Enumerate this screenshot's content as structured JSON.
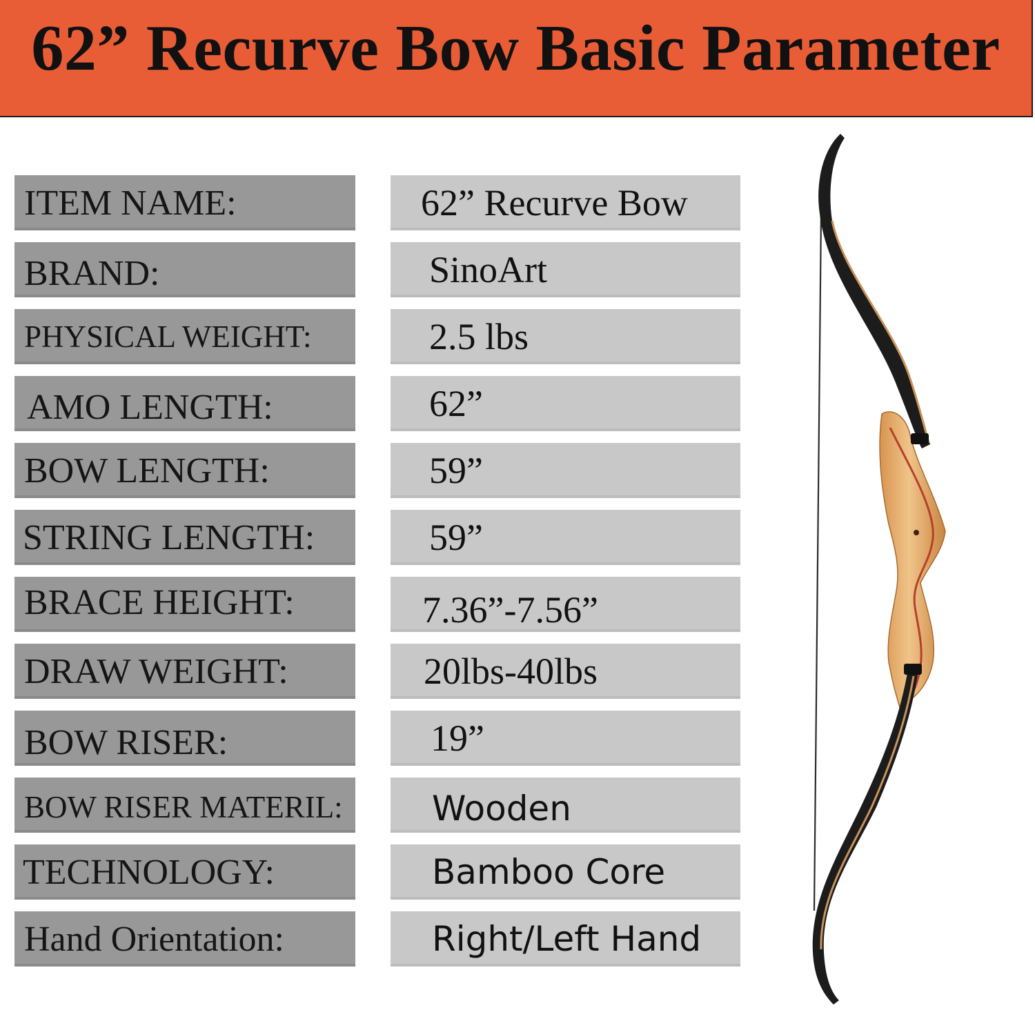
{
  "header": {
    "title": "62” Recurve Bow Basic Parameter"
  },
  "specs": [
    {
      "label": "ITEM NAME:",
      "value": "62” Recurve Bow"
    },
    {
      "label": "BRAND:",
      "value": "SinoArt"
    },
    {
      "label": "PHYSICAL WEIGHT:",
      "value": "2.5 lbs"
    },
    {
      "label": "AMO LENGTH:",
      "value": "62”"
    },
    {
      "label": "BOW LENGTH:",
      "value": "59”"
    },
    {
      "label": "STRING LENGTH:",
      "value": "59”"
    },
    {
      "label": "BRACE HEIGHT:",
      "value": "7.36”-7.56”"
    },
    {
      "label": "DRAW WEIGHT:",
      "value": "20lbs-40lbs"
    },
    {
      "label": "BOW RISER:",
      "value": "19”"
    },
    {
      "label": "BOW RISER MATERIL:",
      "value": "Wooden"
    },
    {
      "label": "TECHNOLOGY:",
      "value": "Bamboo Core"
    },
    {
      "label": "Hand Orientation:",
      "value": "Right/Left Hand"
    }
  ],
  "colors": {
    "banner": "#e85d36",
    "label_bg": "#999898",
    "value_bg": "#c9c8c8",
    "limb": "#1c1c1c",
    "riser_wood": "#e2a865"
  },
  "illustration": {
    "icon": "recurve-bow-icon"
  }
}
